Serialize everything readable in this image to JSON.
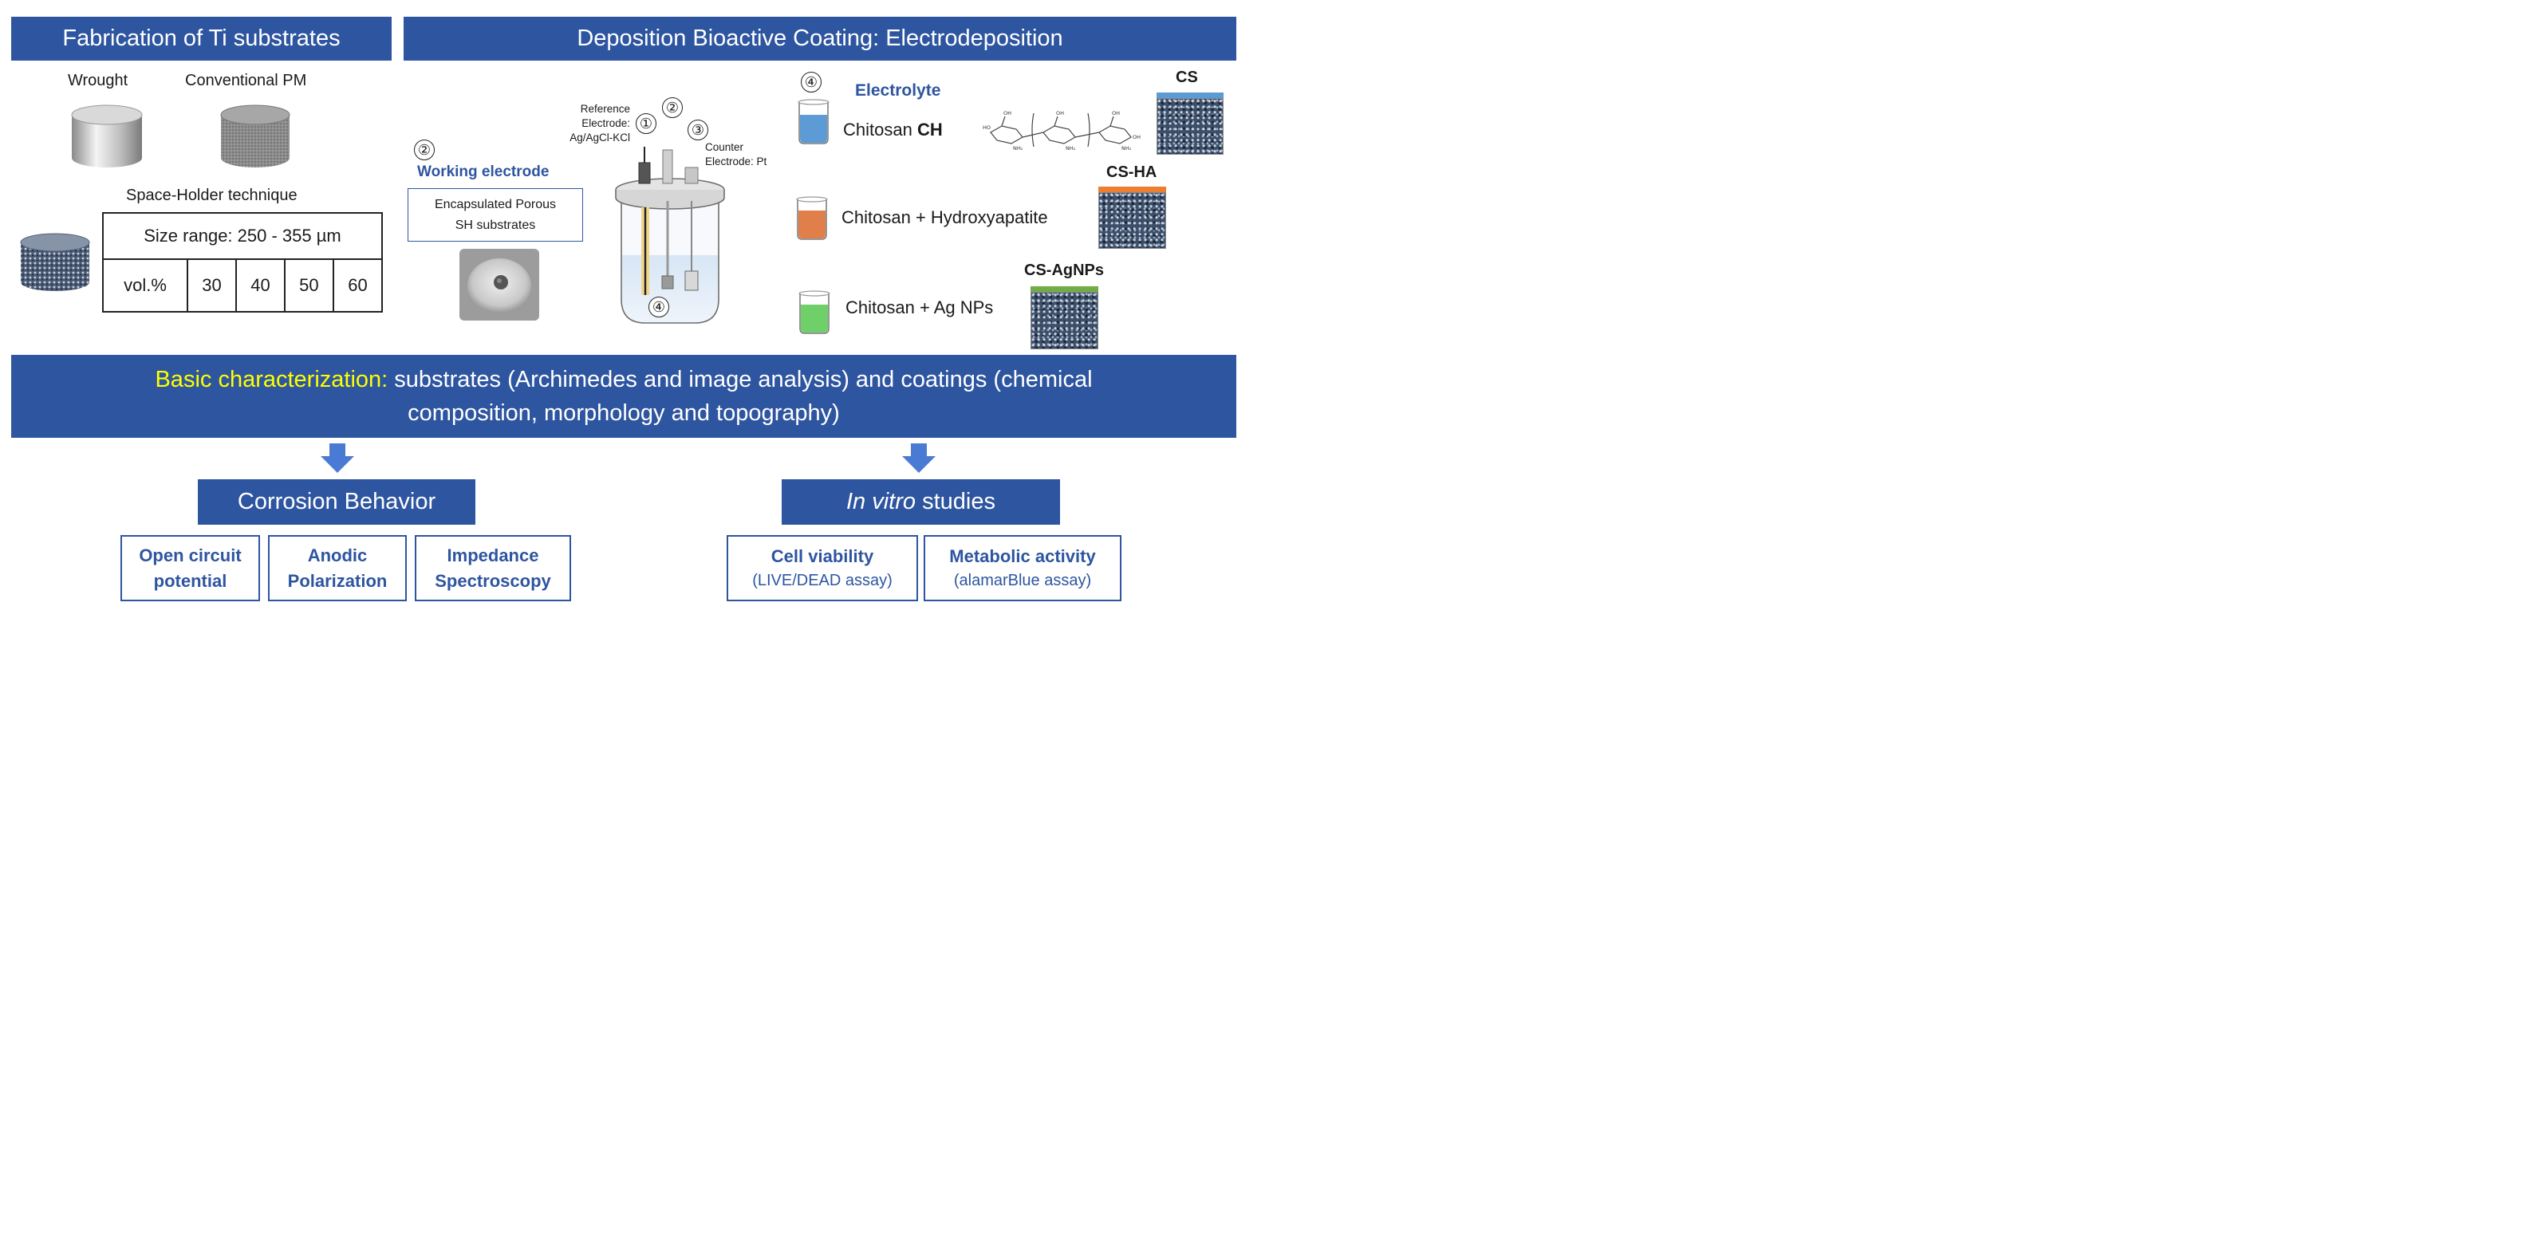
{
  "sections": {
    "fabrication_title": "Fabrication of Ti substrates",
    "deposition_title": "Deposition Bioactive Coating: Electrodeposition"
  },
  "fabrication": {
    "wrought_label": "Wrought",
    "conventional_label": "Conventional PM",
    "space_holder_label": "Space-Holder technique",
    "size_range": "Size range: 250 - 355 µm",
    "vol_label": "vol.%",
    "vol_values": [
      "30",
      "40",
      "50",
      "60"
    ]
  },
  "cell": {
    "reference_electrode": [
      "Reference",
      "Electrode:",
      "Ag/AgCl-KCl"
    ],
    "counter_electrode": [
      "Counter",
      "Electrode: Pt"
    ],
    "working_electrode_label": "Working electrode",
    "encapsulated_text": [
      "Encapsulated Porous",
      "SH substrates"
    ],
    "markers": [
      "①",
      "②",
      "③",
      "④"
    ]
  },
  "electrolyte": {
    "title": "Electrolyte",
    "items": [
      {
        "name_plain": "Chitosan ",
        "name_bold": "CH",
        "coating": "CS",
        "liquid_color": "#5c9bd5",
        "strip_color": "#5b9bd5"
      },
      {
        "name_plain": "Chitosan + Hydroxyapatite",
        "name_bold": "",
        "coating": "CS-HA",
        "liquid_color": "#e07f4a",
        "strip_color": "#ed7d31"
      },
      {
        "name_plain": "Chitosan + Ag NPs",
        "name_bold": "",
        "coating": "CS-AgNPs",
        "liquid_color": "#6fd06a",
        "strip_color": "#70ad47"
      }
    ]
  },
  "characterization": {
    "highlight": "Basic characterization:",
    "rest_line1": " substrates (Archimedes and image analysis) and coatings (chemical",
    "line2": "composition, morphology and topography)",
    "highlight_color": "#ffff00"
  },
  "corrosion": {
    "title": "Corrosion Behavior",
    "boxes": [
      [
        "Open circuit",
        "potential"
      ],
      [
        "Anodic",
        "Polarization"
      ],
      [
        "Impedance",
        "Spectroscopy"
      ]
    ]
  },
  "invitro": {
    "title_italic": "In vitro",
    "title_rest": " studies",
    "boxes": [
      {
        "title": "Cell viability",
        "sub": "(LIVE/DEAD assay)"
      },
      {
        "title": "Metabolic activity",
        "sub": "(alamarBlue assay)"
      }
    ]
  },
  "colors": {
    "brand_blue": "#2e55a0",
    "highlight_yellow": "#ffff00"
  }
}
